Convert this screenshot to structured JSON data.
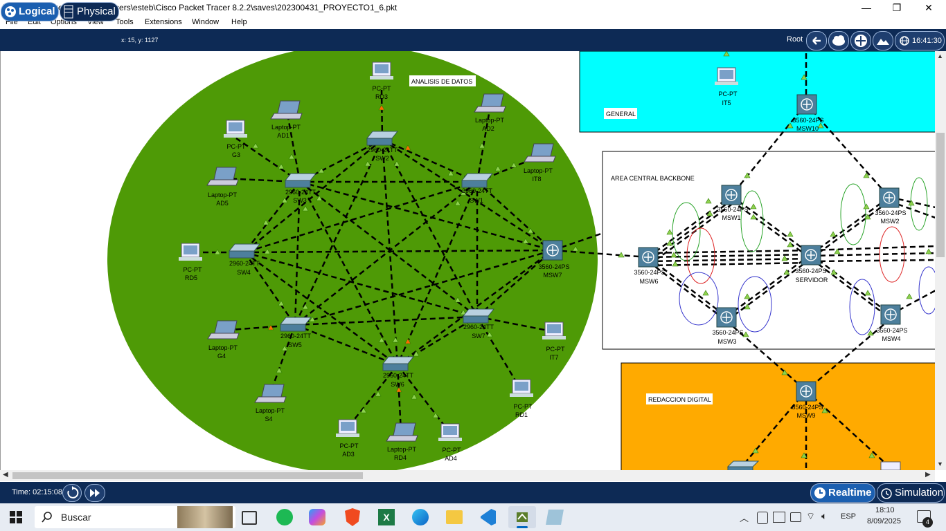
{
  "window": {
    "title": "Cisco Packet Tracer - C:\\Users\\esteb\\Cisco Packet Tracer 8.2.2\\saves\\202300431_PROYECTO1_6.pkt",
    "minimize": "—",
    "maximize": "❐",
    "close": "✕"
  },
  "menu": [
    "File",
    "Edit",
    "Options",
    "View",
    "Tools",
    "Extensions",
    "Window",
    "Help"
  ],
  "toolbar": {
    "logical": "Logical",
    "physical": "Physical",
    "coords": "x: 15, y: 1127",
    "root": "Root",
    "clock": "16:41:30"
  },
  "zones": {
    "analisis": "ANALISIS DE DATOS",
    "general": "GENERAL",
    "backbone": "AREA CENTRAL BACKBONE",
    "redaccion": "REDACCION DIGITAL"
  },
  "devices": {
    "rd3": {
      "model": "PC-PT",
      "name": "RD3"
    },
    "ad1": {
      "model": "Laptop-PT",
      "name": "AD1"
    },
    "ad2": {
      "model": "Laptop-PT",
      "name": "AD2"
    },
    "g3": {
      "model": "PC-PT",
      "name": "G3"
    },
    "it8": {
      "model": "Laptop-PT",
      "name": "IT8"
    },
    "ad5": {
      "model": "Laptop-PT",
      "name": "AD5"
    },
    "rd5": {
      "model": "PC-PT",
      "name": "RD5"
    },
    "g4": {
      "model": "Laptop-PT",
      "name": "G4"
    },
    "s4": {
      "model": "Laptop-PT",
      "name": "S4"
    },
    "ad3": {
      "model": "PC-PT",
      "name": "AD3"
    },
    "rd4": {
      "model": "Laptop-PT",
      "name": "RD4"
    },
    "ad4": {
      "model": "PC-PT",
      "name": "AD4"
    },
    "rd1": {
      "model": "PC-PT",
      "name": "RD1"
    },
    "it7": {
      "model": "PC-PT",
      "name": "IT7"
    },
    "it5": {
      "model": "PC-PT",
      "name": "IT5"
    },
    "sw1": {
      "model": "2960-24TT",
      "name": "SW1"
    },
    "sw2": {
      "model": "2960-24TT",
      "name": "SW2"
    },
    "sw3": {
      "model": "2960-24TT",
      "name": "SW3"
    },
    "sw4": {
      "model": "2960-24TT",
      "name": "SW4"
    },
    "sw5": {
      "model": "2960-24TT",
      "name": "SW5"
    },
    "sw6": {
      "model": "2960-24TT",
      "name": "SW6"
    },
    "sw7": {
      "model": "2960-24TT",
      "name": "SW7"
    },
    "msw1": {
      "model": "3560-24PS",
      "name": "MSW1"
    },
    "msw2": {
      "model": "3560-24PS",
      "name": "MSW2"
    },
    "msw3": {
      "model": "3560-24PS",
      "name": "MSW3"
    },
    "msw4": {
      "model": "3560-24PS",
      "name": "MSW4"
    },
    "msw6": {
      "model": "3560-24PS",
      "name": "MSW6"
    },
    "msw7": {
      "model": "3560-24PS",
      "name": "MSW7"
    },
    "msw9": {
      "model": "3560-24PS",
      "name": "MSW9"
    },
    "msw10": {
      "model": "3560-24PS",
      "name": "MSW10"
    },
    "servidor": {
      "model": "3560-24PS",
      "name": "SERVIDOR"
    }
  },
  "statusbar": {
    "time": "Time: 02:15:08",
    "realtime": "Realtime",
    "simulation": "Simulation"
  },
  "taskbar": {
    "search": "Buscar",
    "lang": "ESP",
    "time": "18:10",
    "date": "8/09/2025",
    "notifications": "4"
  },
  "colors": {
    "toolbar_bg": "#0d2a55",
    "green_zone": "#4e9a06",
    "general_zone": "#00ffff",
    "redaccion_zone": "#ffaa00"
  }
}
